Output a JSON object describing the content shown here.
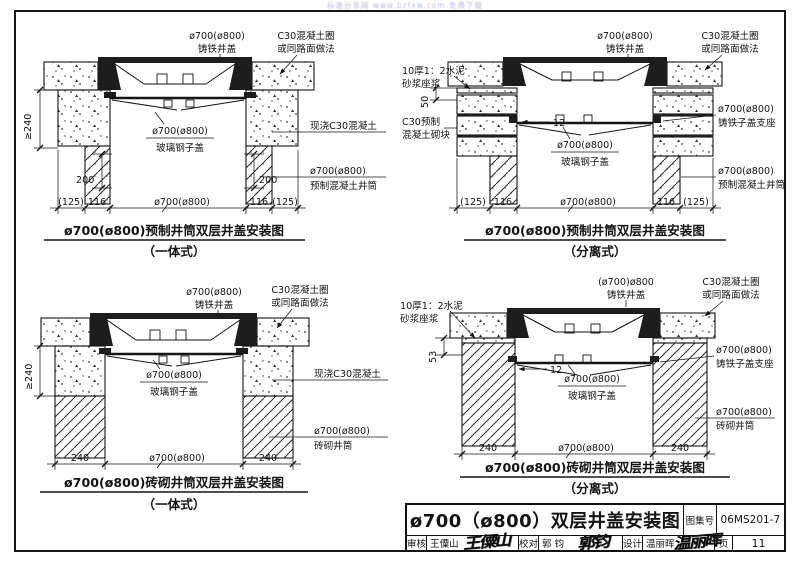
{
  "watermark": "标准分享网 www.bzfxw.com 免费下载",
  "drawings": [
    {
      "title": "ø700(ø800)预制井筒双层井盖安装图",
      "subtitle": "（一体式）",
      "cover_dia": "ø700(ø800)",
      "cover_name": "铸铁井盖",
      "ring1": "C30混凝土圈",
      "ring2": "或同路面做法",
      "collar": "现浇C30混凝土",
      "sub_dia": "ø700(ø800)",
      "sub_name": "玻璃钢子盖",
      "shaft_dia": "ø700(ø800)",
      "shaft_name": "预制混凝土井筒",
      "dim_v": "≥240",
      "dim_200l": "200",
      "dim_200r": "200",
      "dims_bottom": [
        "(125)",
        "116",
        "ø700(ø800)",
        "116",
        "(125)"
      ]
    },
    {
      "title": "ø700(ø800)预制井筒双层井盖安装图",
      "subtitle": "（分离式）",
      "cover_dia": "ø700(ø800)",
      "cover_name": "铸铁井盖",
      "ring1": "C30混凝土圈",
      "ring2": "或同路面做法",
      "mortar1": "10厚1：2水泥",
      "mortar2": "砂浆座浆",
      "block1": "C30预制",
      "block2": "混凝土砌块",
      "support_dia": "ø700(ø800)",
      "support_name": "铸铁子盖支座",
      "sub_dia": "ø700(ø800)",
      "sub_name": "玻璃钢子盖",
      "shaft_dia": "ø700(ø800)",
      "shaft_name": "预制混凝土井筒",
      "dim_50": "50",
      "dim_12": "12",
      "dims_bottom": [
        "(125)",
        "116",
        "ø700(ø800)",
        "116",
        "(125)"
      ]
    },
    {
      "title": "ø700(ø800)砖砌井筒双层井盖安装图",
      "subtitle": "（一体式）",
      "cover_dia": "ø700(ø800)",
      "cover_name": "铸铁井盖",
      "ring1": "C30混凝土圈",
      "ring2": "或同路面做法",
      "collar": "现浇C30混凝土",
      "sub_dia": "ø700(ø800)",
      "sub_name": "玻璃钢子盖",
      "shaft_dia": "ø700(ø800)",
      "shaft_name": "砖砌井筒",
      "dim_v": "≥240",
      "dims_bottom": [
        "240",
        "ø700(ø800)",
        "240"
      ]
    },
    {
      "title": "ø700(ø800)砖砌井筒双层井盖安装图",
      "subtitle": "（分离式）",
      "cover_dia": "(ø700)ø800",
      "cover_name": "铸铁井盖",
      "ring1": "C30混凝土圈",
      "ring2": "或同路面做法",
      "mortar1": "10厚1：2水泥",
      "mortar2": "砂浆座浆",
      "support_dia": "ø700(ø800)",
      "support_name": "铸铁子盖支座",
      "sub_dia": "ø700(ø800)",
      "sub_name": "玻璃钢子盖",
      "shaft_dia": "ø700(ø800)",
      "shaft_name": "砖砌井筒",
      "dim_53": "53",
      "dim_12": "12",
      "dims_bottom": [
        "240",
        "ø700(ø800)",
        "240"
      ]
    }
  ],
  "titleblock": {
    "main_title": "ø700（ø800）双层井盖安装图",
    "atlas_label": "图集号",
    "atlas_no": "06MS201-7",
    "review_label": "审核",
    "reviewer": "王僳山",
    "reviewer_sig": "王僳山",
    "proof_label": "校对",
    "proofer": "郭 钧",
    "proofer_sig": "郭钧",
    "design_label": "设计",
    "designer": "温丽晖",
    "designer_sig": "温丽晖",
    "page_label": "页",
    "page_no": "11"
  }
}
